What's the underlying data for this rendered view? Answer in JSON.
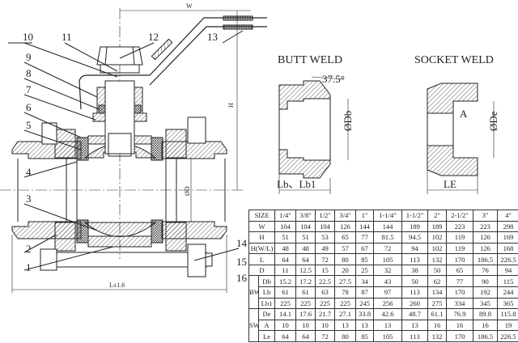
{
  "main_view": {
    "dim_w": "W",
    "dim_h": "H",
    "dim_d": "ØD",
    "dim_l": "L±1.6",
    "parts": [
      "1",
      "2",
      "3",
      "4",
      "5",
      "6",
      "7",
      "8",
      "9",
      "10",
      "11",
      "12",
      "13",
      "14",
      "15",
      "16"
    ]
  },
  "butt_weld": {
    "title": "BUTT WELD",
    "angle": "37.5°",
    "dim_db": "ØDb",
    "dim_lb": "Lb、Lb1"
  },
  "socket_weld": {
    "title": "SOCKET WELD",
    "dim_de": "ØDe",
    "dim_a": "A",
    "dim_le": "LE"
  },
  "table": {
    "header": [
      "SIZE",
      "1/4\"",
      "3/8\"",
      "1/2\"",
      "3/4\"",
      "1\"",
      "1-1/4\"",
      "1-1/2\"",
      "2\"",
      "2-1/2\"",
      "3\"",
      "4\""
    ],
    "rows": [
      {
        "label": "W",
        "values": [
          "104",
          "104",
          "104",
          "126",
          "144",
          "144",
          "189",
          "189",
          "223",
          "223",
          "298"
        ]
      },
      {
        "label": "H",
        "values": [
          "51",
          "51",
          "53",
          "65",
          "77",
          "81.5",
          "94.5",
          "102",
          "119",
          "126",
          "169"
        ]
      },
      {
        "label": "H(W/L)",
        "values": [
          "48",
          "48",
          "49",
          "57",
          "67",
          "72",
          "94",
          "102",
          "119",
          "126",
          "168"
        ]
      },
      {
        "label": "L",
        "values": [
          "64",
          "64",
          "72",
          "80",
          "85",
          "105",
          "113",
          "132",
          "170",
          "186.5",
          "226.5"
        ]
      },
      {
        "label": "D",
        "values": [
          "11",
          "12.5",
          "15",
          "20",
          "25",
          "32",
          "38",
          "50",
          "65",
          "76",
          "94"
        ]
      }
    ],
    "groups": [
      {
        "label": "BW",
        "rows": [
          {
            "label": "Db",
            "values": [
              "15.2",
              "17.2",
              "22.5",
              "27.5",
              "34",
              "43",
              "50",
              "62",
              "77",
              "90",
              "115"
            ]
          },
          {
            "label": "Lb",
            "values": [
              "61",
              "61",
              "63",
              "78",
              "87",
              "97",
              "113",
              "134",
              "170",
              "192",
              "244"
            ]
          },
          {
            "label": "Lb1",
            "values": [
              "225",
              "225",
              "225",
              "225",
              "245",
              "256",
              "260",
              "275",
              "334",
              "345",
              "365"
            ]
          }
        ]
      },
      {
        "label": "SW",
        "rows": [
          {
            "label": "De",
            "values": [
              "14.1",
              "17.6",
              "21.7",
              "27.1",
              "33.8",
              "42.6",
              "48.7",
              "61.1",
              "76.9",
              "89.8",
              "115.8"
            ]
          },
          {
            "label": "A",
            "values": [
              "10",
              "10",
              "10",
              "13",
              "13",
              "13",
              "13",
              "16",
              "16",
              "16",
              "19"
            ]
          },
          {
            "label": "Le",
            "values": [
              "64",
              "64",
              "72",
              "80",
              "85",
              "105",
              "113",
              "132",
              "170",
              "186.5",
              "226.5"
            ]
          }
        ]
      }
    ]
  }
}
